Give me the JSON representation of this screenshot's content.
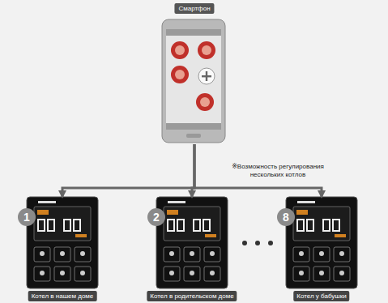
{
  "diagram": {
    "nodes": [
      {
        "text": [
          "Смартфон"
        ]
      },
      {
        "text": [
          "Котел в нашем доме"
        ]
      },
      {
        "text": [
          "Котел в родительском доме"
        ]
      },
      {
        "text": [
          "Котел у бабушки"
        ]
      }
    ],
    "edges": [
      {
        "from": 0,
        "to": 1,
        "arrow": "to"
      },
      {
        "from": 0,
        "to": 2,
        "arrow": "to"
      },
      {
        "from": 0,
        "to": 3,
        "arrow": "to"
      }
    ],
    "labels": [
      "※Возможность регулирования нескольких котлов",
      "1",
      "2",
      "8"
    ]
  }
}
